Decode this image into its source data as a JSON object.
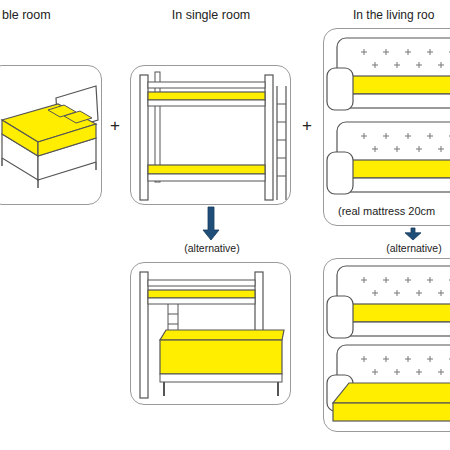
{
  "diagram": {
    "nodes": [
      {
        "text": [
          "ble room"
        ]
      },
      {
        "text": [
          "In single room"
        ]
      },
      {
        "text": [
          "In the living roo",
          "(real mattress 20cm"
        ]
      },
      {
        "text": [
          "(alternative)"
        ]
      },
      {
        "text": [
          "(alternative)"
        ]
      }
    ],
    "edges": [
      {
        "from": 1,
        "to": 3,
        "arrow": "to"
      },
      {
        "from": 2,
        "to": 4,
        "arrow": "to"
      }
    ],
    "labels": [
      "+",
      "+"
    ]
  }
}
